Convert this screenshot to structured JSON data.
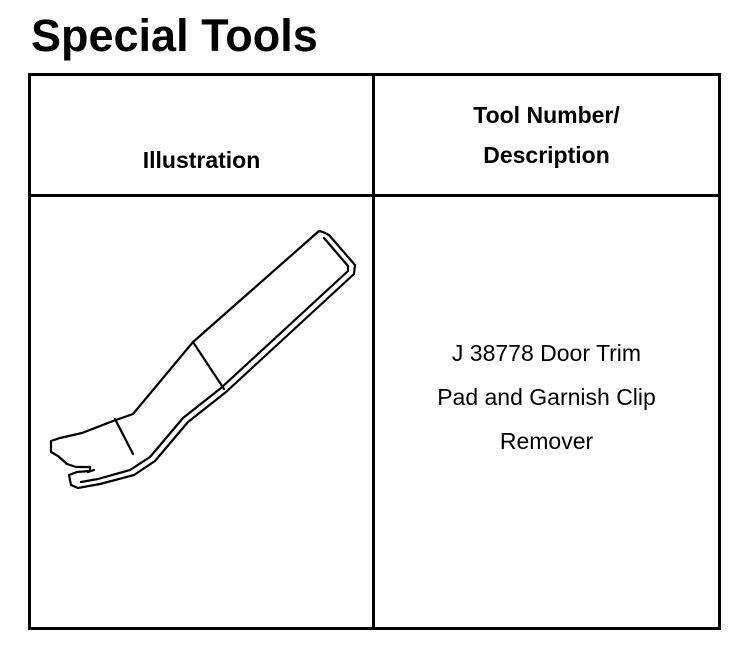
{
  "page": {
    "title": "Special Tools"
  },
  "table": {
    "headers": {
      "illustration": "Illustration",
      "tool_number_line1": "Tool Number/",
      "tool_number_line2": "Description"
    },
    "rows": [
      {
        "illustration_icon": "door-trim-clip-remover-icon",
        "description_lines": [
          "J 38778 Door Trim",
          "Pad and Garnish Clip",
          "Remover"
        ]
      }
    ]
  }
}
